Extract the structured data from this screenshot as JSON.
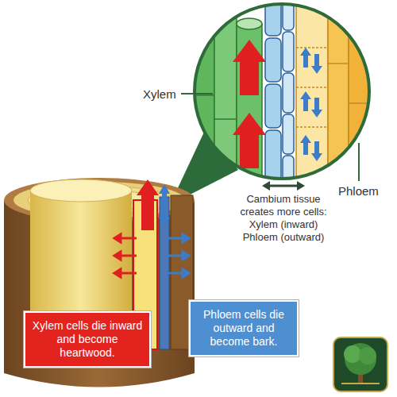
{
  "diagram": {
    "nodes": [
      {
        "text": [
          "Xylem cells die inward and become heartwood."
        ]
      },
      {
        "text": [
          "Phloem cells die outward and become bark."
        ]
      }
    ],
    "labels": [
      "Xylem",
      "Phloem",
      "Cambium tissue creates more cells: Xylem (inward) Phloem (outward)"
    ]
  }
}
